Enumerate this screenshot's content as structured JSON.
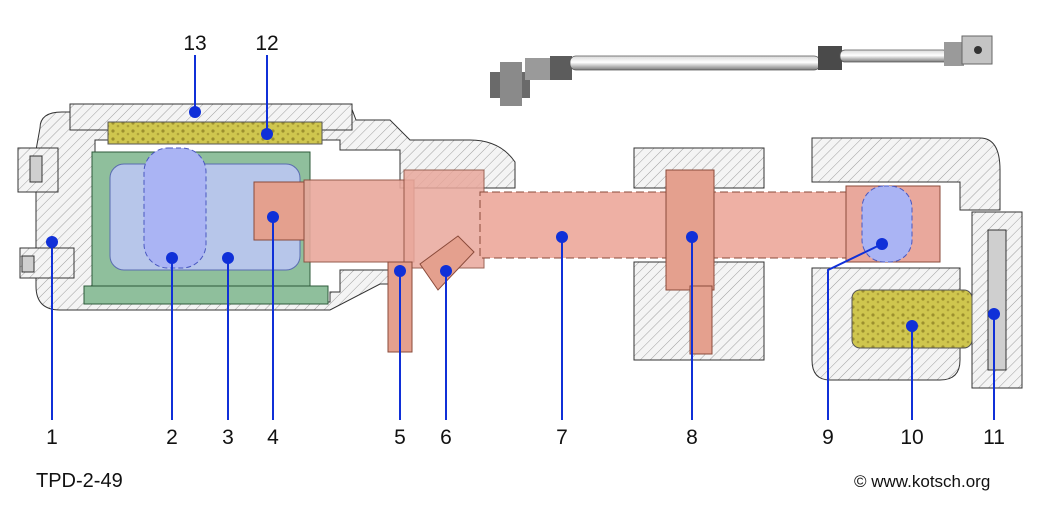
{
  "figure_id": "TPD-2-49",
  "credit": "© www.kotsch.org",
  "callouts": [
    {
      "id": "1",
      "label": "1"
    },
    {
      "id": "2",
      "label": "2"
    },
    {
      "id": "3",
      "label": "3"
    },
    {
      "id": "4",
      "label": "4"
    },
    {
      "id": "5",
      "label": "5"
    },
    {
      "id": "6",
      "label": "6"
    },
    {
      "id": "7",
      "label": "7"
    },
    {
      "id": "8",
      "label": "8"
    },
    {
      "id": "9",
      "label": "9"
    },
    {
      "id": "10",
      "label": "10"
    },
    {
      "id": "11",
      "label": "11"
    },
    {
      "id": "12",
      "label": "12"
    },
    {
      "id": "13",
      "label": "13"
    }
  ],
  "colors": {
    "leader": "#1030d8",
    "shaft": "#e9a89c",
    "chamber": "#a8b2f0",
    "housing": "#8fbf9c",
    "packing": "#c9c24a",
    "hatch": "#777777"
  }
}
